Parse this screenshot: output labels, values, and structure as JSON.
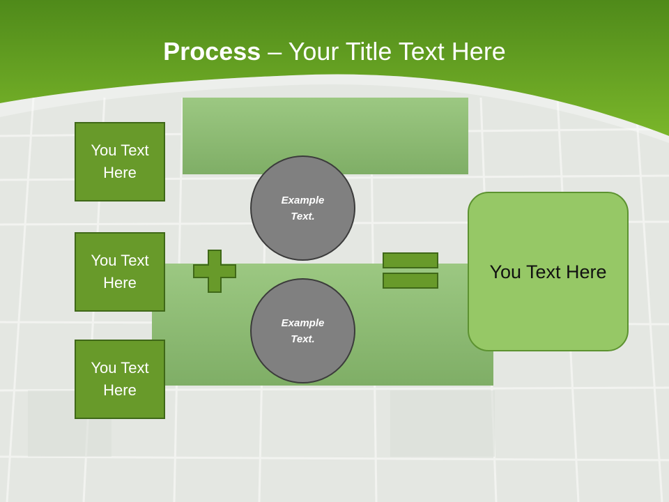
{
  "slide": {
    "title_bold": "Process",
    "title_rest": " – Your Title Text Here",
    "colors": {
      "header_green": "#6aa61c",
      "box_fill": "#689a2a",
      "box_border": "#3f6818",
      "circle_fill": "#808080",
      "result_fill": "#96c866",
      "operator_fill": "#689a2a"
    }
  },
  "left_boxes": [
    {
      "label": "You Text Here"
    },
    {
      "label": "You Text Here"
    },
    {
      "label": "You Text Here"
    }
  ],
  "circles": [
    {
      "label": "Example Text."
    },
    {
      "label": "Example Text."
    }
  ],
  "operators": {
    "plus_icon": "plus-icon",
    "equals_icon": "equals-icon"
  },
  "result_box": {
    "label": "You Text Here"
  }
}
